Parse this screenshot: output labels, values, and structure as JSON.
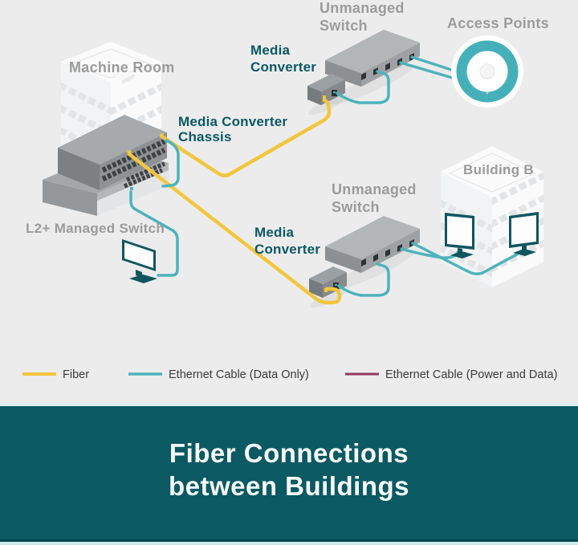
{
  "colors": {
    "background": "#ECECEC",
    "fiber": "#F2C63E",
    "ethernet_data": "#4DB3BC",
    "ethernet_power": "#913A5E",
    "label_gray": "#9B9B9B",
    "label_teal": "#0C5864",
    "legend_text": "#3B3B3B",
    "banner_bg": "#0B5963",
    "banner_text": "#F8FCFC",
    "ap_ring": "#45B0BA",
    "monitor_teal": "#0F5660"
  },
  "diagram": {
    "labels": {
      "machine_room": "Machine Room",
      "unmanaged_switch_top": [
        "Unmanaged",
        "Switch"
      ],
      "media_converter_top": [
        "Media",
        "Converter"
      ],
      "access_points": "Access Points",
      "media_converter_chassis": [
        "Media Converter",
        "Chassis"
      ],
      "l2_managed_switch": "L2+ Managed Switch",
      "unmanaged_switch_mid": [
        "Unmanaged",
        "Switch"
      ],
      "media_converter_mid": [
        "Media",
        "Converter"
      ],
      "building_b": "Building B"
    }
  },
  "legend": {
    "items": [
      {
        "label": "Fiber",
        "color": "#F2C63E"
      },
      {
        "label": "Ethernet Cable (Data Only)",
        "color": "#4DB3BC"
      },
      {
        "label": "Ethernet Cable (Power and Data)",
        "color": "#913A5E"
      }
    ]
  },
  "banner": {
    "title": [
      "Fiber Connections",
      "between Buildings"
    ]
  }
}
